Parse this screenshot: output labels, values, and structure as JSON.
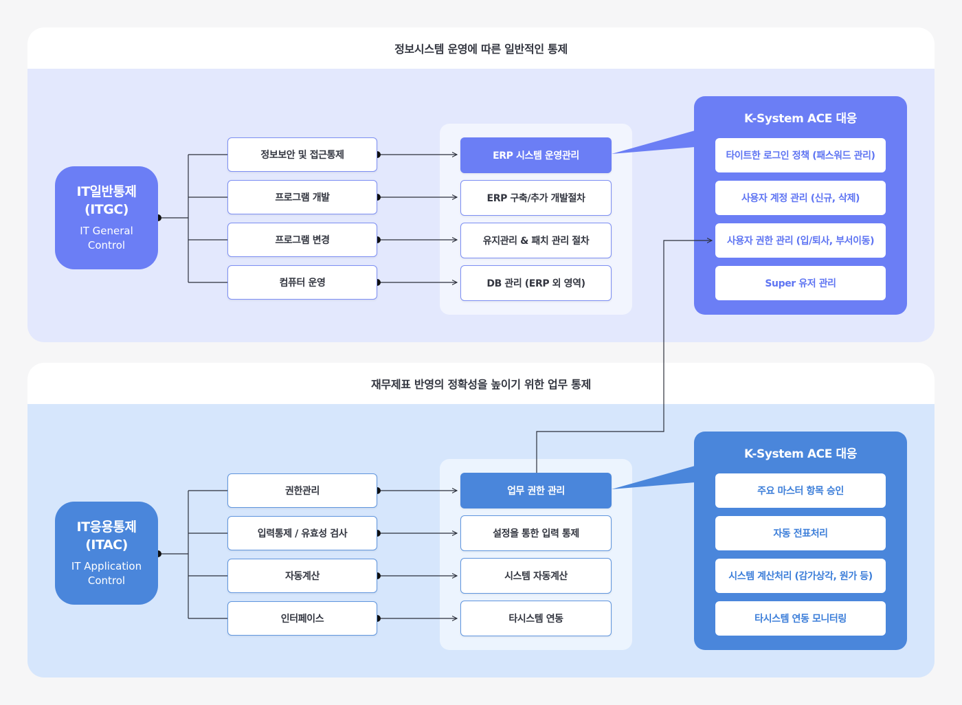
{
  "colors": {
    "itgc_accent": "#6b7ef5",
    "itac_accent": "#4a86db",
    "itgc_bg": "#e3e8fd",
    "itac_bg": "#d6e6fc"
  },
  "itgc_section": {
    "title": "정보시스템 운영에 따른 일반적인 통제",
    "main": {
      "title_line1": "IT일반통제",
      "title_line2": "(ITGC)",
      "sub_line1": "IT General",
      "sub_line2": "Control"
    },
    "controls": [
      "정보보안 및 접근통제",
      "프로그램 개발",
      "프로그램 변경",
      "컴퓨터 운영"
    ],
    "processes": [
      "ERP 시스템 운영관리",
      "ERP 구축/추가 개발절차",
      "유지관리 & 패치 관리 절차",
      "DB 관리 (ERP 외 영역)"
    ],
    "ace": {
      "title": "K-System ACE 대응",
      "items": [
        "타이트한 로그인 정책 (패스워드 관리)",
        "사용자 계정 관리 (신규, 삭제)",
        "사용자 권한 관리 (입/퇴사, 부서이동)",
        "Super 유저 관리"
      ]
    }
  },
  "itac_section": {
    "title": "재무제표 반영의 정확성을 높이기 위한 업무 통제",
    "main": {
      "title_line1": "IT응용통제",
      "title_line2": "(ITAC)",
      "sub_line1": "IT Application",
      "sub_line2": "Control"
    },
    "controls": [
      "권한관리",
      "입력통제 / 유효성 검사",
      "자동계산",
      "인터페이스"
    ],
    "processes": [
      "업무 권한 관리",
      "설정을 통한 입력 통제",
      "시스템 자동계산",
      "타시스템 연동"
    ],
    "ace": {
      "title": "K-System ACE 대응",
      "items": [
        "주요 마스터 항목 승인",
        "자동 전표처리",
        "시스템 계산처리 (감가상각, 원가 등)",
        "타시스템 연동 모니터링"
      ]
    }
  }
}
